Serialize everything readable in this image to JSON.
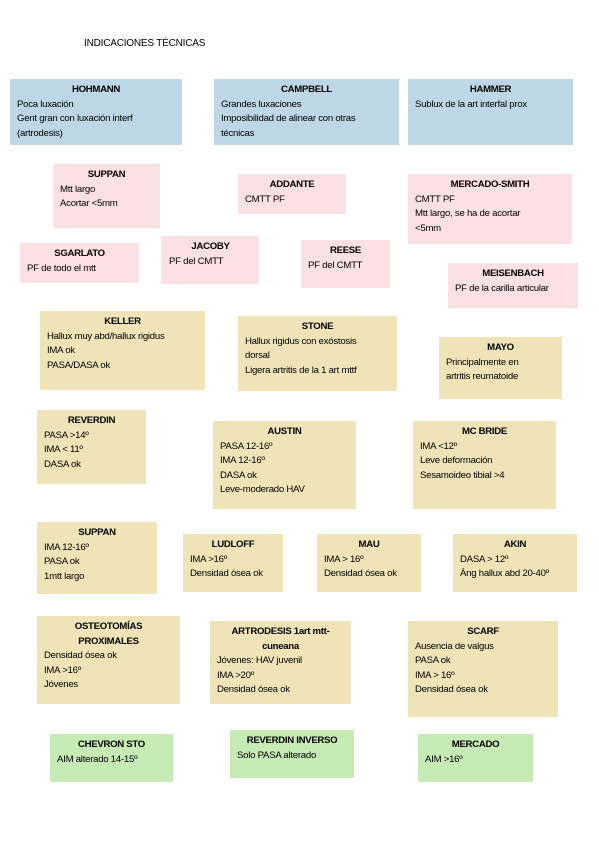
{
  "page": {
    "title": "INDICACIONES TÉCNICAS"
  },
  "cards": [
    {
      "id": "hohmann",
      "title": "HOHMANN",
      "lines": [
        "Poca luxación",
        "Gent gran con luxación interf",
        "(artrodesis)"
      ],
      "color": "#bdd7e7"
    },
    {
      "id": "campbell",
      "title": "CAMPBELL",
      "lines": [
        "Grandes luxaciones",
        "Imposibilidad de alinear con otras",
        "técnicas"
      ],
      "color": "#bdd7e7"
    },
    {
      "id": "hammer",
      "title": "HAMMER",
      "lines": [
        "Sublux de la art interfal prox"
      ],
      "color": "#bdd7e7"
    },
    {
      "id": "suppan-1",
      "title": "SUPPAN",
      "lines": [
        "Mtt largo",
        "Acortar <5mm"
      ],
      "color": "#fbe1e4"
    },
    {
      "id": "addante",
      "title": "ADDANTE",
      "lines": [
        "CMTT PF"
      ],
      "color": "#fbe1e4"
    },
    {
      "id": "mercado-smith",
      "title": "MERCADO-SMITH",
      "lines": [
        "CMTT PF",
        "Mtt largo, se ha de acortar",
        "<5mm"
      ],
      "color": "#fbe1e4"
    },
    {
      "id": "sgarlato",
      "title": "SGARLATO",
      "lines": [
        "PF de todo el mtt"
      ],
      "color": "#fbe1e4"
    },
    {
      "id": "jacoby",
      "title": "JACOBY",
      "lines": [
        "PF del CMTT"
      ],
      "color": "#fbe1e4"
    },
    {
      "id": "reese",
      "title": "REESE",
      "lines": [
        "PF del CMTT"
      ],
      "color": "#fbe1e4"
    },
    {
      "id": "meisenbach",
      "title": "MEISENBACH",
      "lines": [
        "PF de la carilla articular"
      ],
      "color": "#fbe1e4"
    },
    {
      "id": "keller",
      "title": "KELLER",
      "lines": [
        "Hallux muy abd/hallux rigidus",
        "IMA ok",
        "PASA/DASA ok"
      ],
      "color": "#efe4b8"
    },
    {
      "id": "stone",
      "title": "STONE",
      "lines": [
        "Hallux rigidus con exóstosis",
        "dorsal",
        "Ligera artritis de la 1 art mttf"
      ],
      "color": "#efe4b8"
    },
    {
      "id": "mayo",
      "title": "MAYO",
      "lines": [
        "Principalmente en",
        "artritis reumatoide"
      ],
      "color": "#efe4b8"
    },
    {
      "id": "reverdin",
      "title": "REVERDIN",
      "lines": [
        "PASA >14º",
        "IMA < 11º",
        "DASA ok"
      ],
      "color": "#efe4b8"
    },
    {
      "id": "austin",
      "title": "AUSTIN",
      "lines": [
        "PASA 12-16º",
        "IMA 12-16º",
        "DASA ok",
        "Leve-moderado HAV"
      ],
      "color": "#efe4b8"
    },
    {
      "id": "mc-bride",
      "title": "MC BRIDE",
      "lines": [
        "IMA <12º",
        "Leve deformación",
        "Sesamoideo tibial >4"
      ],
      "color": "#efe4b8"
    },
    {
      "id": "suppan-2",
      "title": "SUPPAN",
      "lines": [
        "IMA 12-16º",
        "PASA ok",
        "1mtt largo"
      ],
      "color": "#efe4b8"
    },
    {
      "id": "ludloff",
      "title": "LUDLOFF",
      "lines": [
        "IMA >16º",
        "Densidad ósea ok"
      ],
      "color": "#efe4b8"
    },
    {
      "id": "mau",
      "title": "MAU",
      "lines": [
        "IMA > 16º",
        "Densidad ósea ok"
      ],
      "color": "#efe4b8"
    },
    {
      "id": "akin",
      "title": "AKIN",
      "lines": [
        "DASA > 12º",
        "Áng hallux abd 20-40º"
      ],
      "color": "#efe4b8"
    },
    {
      "id": "osteotomias",
      "title": "OSTEOTOMÍAS PROXIMALES",
      "lines": [
        "Densidad ósea ok",
        "IMA >16º",
        "Jóvenes"
      ],
      "color": "#efe4b8"
    },
    {
      "id": "artrodesis",
      "title": "ARTRODESIS 1art mtt-cuneana",
      "lines": [
        "Jóvenes: HAV juvenil",
        "IMA >20º",
        "Densidad ósea ok"
      ],
      "color": "#efe4b8"
    },
    {
      "id": "scarf",
      "title": "SCARF",
      "lines": [
        "Ausencia de valgus",
        "PASA ok",
        "IMA > 16º",
        "Densidad ósea ok"
      ],
      "color": "#efe4b8"
    },
    {
      "id": "chevron",
      "title": "CHEVRON STO",
      "lines": [
        "AIM alterado 14-15º"
      ],
      "color": "#c7ebb5"
    },
    {
      "id": "reverdin-inverso",
      "title": "REVERDIN INVERSO",
      "lines": [
        "Solo PASA alterado"
      ],
      "color": "#c7ebb5"
    },
    {
      "id": "mercado",
      "title": "MERCADO",
      "lines": [
        "AIM >16º"
      ],
      "color": "#c7ebb5"
    }
  ]
}
